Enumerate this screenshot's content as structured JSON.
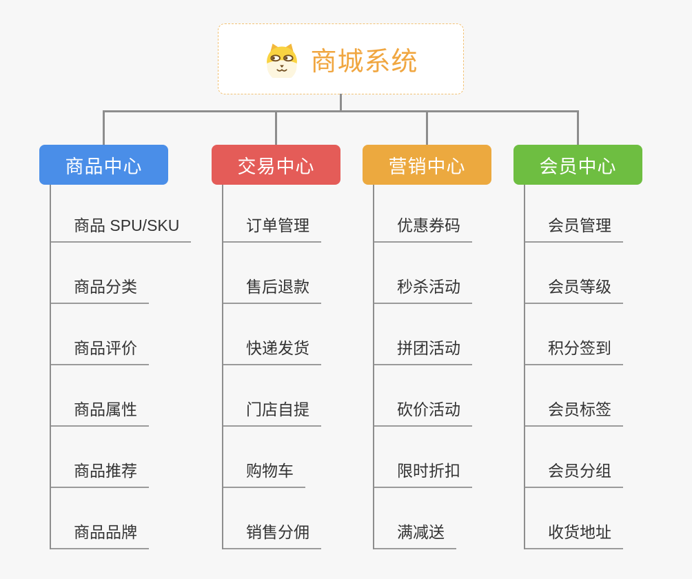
{
  "root": {
    "title": "商城系统",
    "icon": "dog-icon",
    "accent_color": "#f0a640",
    "border_color": "#f2c173"
  },
  "theme": {
    "background_color": "#f7f7f7",
    "connector_color": "#8d8d8d",
    "leaf_underline_color": "#9a9a9a",
    "leaf_text_color": "#333333"
  },
  "branches": [
    {
      "label": "商品中心",
      "color": "#4a8ee8",
      "children": [
        "商品 SPU/SKU",
        "商品分类",
        "商品评价",
        "商品属性",
        "商品推荐",
        "商品品牌"
      ]
    },
    {
      "label": "交易中心",
      "color": "#e45c58",
      "children": [
        "订单管理",
        "售后退款",
        "快递发货",
        "门店自提",
        "购物车",
        "销售分佣"
      ]
    },
    {
      "label": "营销中心",
      "color": "#eca93f",
      "children": [
        "优惠券码",
        "秒杀活动",
        "拼团活动",
        "砍价活动",
        "限时折扣",
        "满减送"
      ]
    },
    {
      "label": "会员中心",
      "color": "#6ebe41",
      "children": [
        "会员管理",
        "会员等级",
        "积分签到",
        "会员标签",
        "会员分组",
        "收货地址"
      ]
    }
  ]
}
